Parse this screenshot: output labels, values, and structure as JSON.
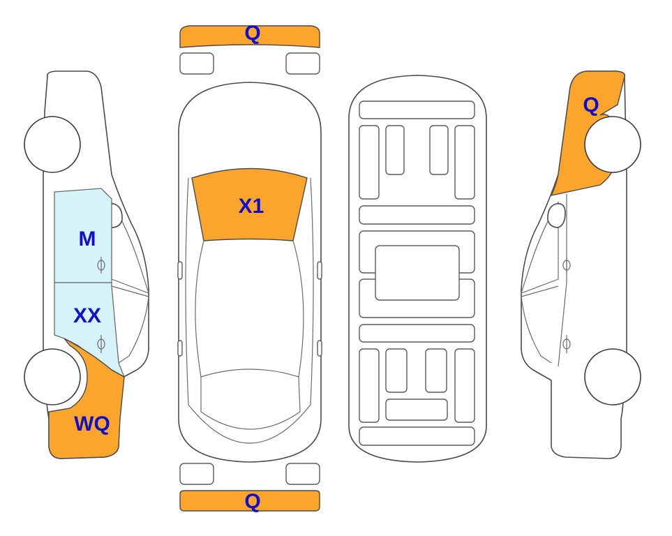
{
  "colors": {
    "damage_major": "#FBA52C",
    "damage_minor": "#D6F3FA",
    "label_text": "#1010CC",
    "outline": "#4A4A4A"
  },
  "labels": {
    "front_bumper": "Q",
    "rear_bumper": "Q",
    "hood": "X1",
    "left_front_door": "M",
    "left_rear_door": "XX",
    "left_rear_quarter": "WQ",
    "right_front_quarter": "Q"
  }
}
